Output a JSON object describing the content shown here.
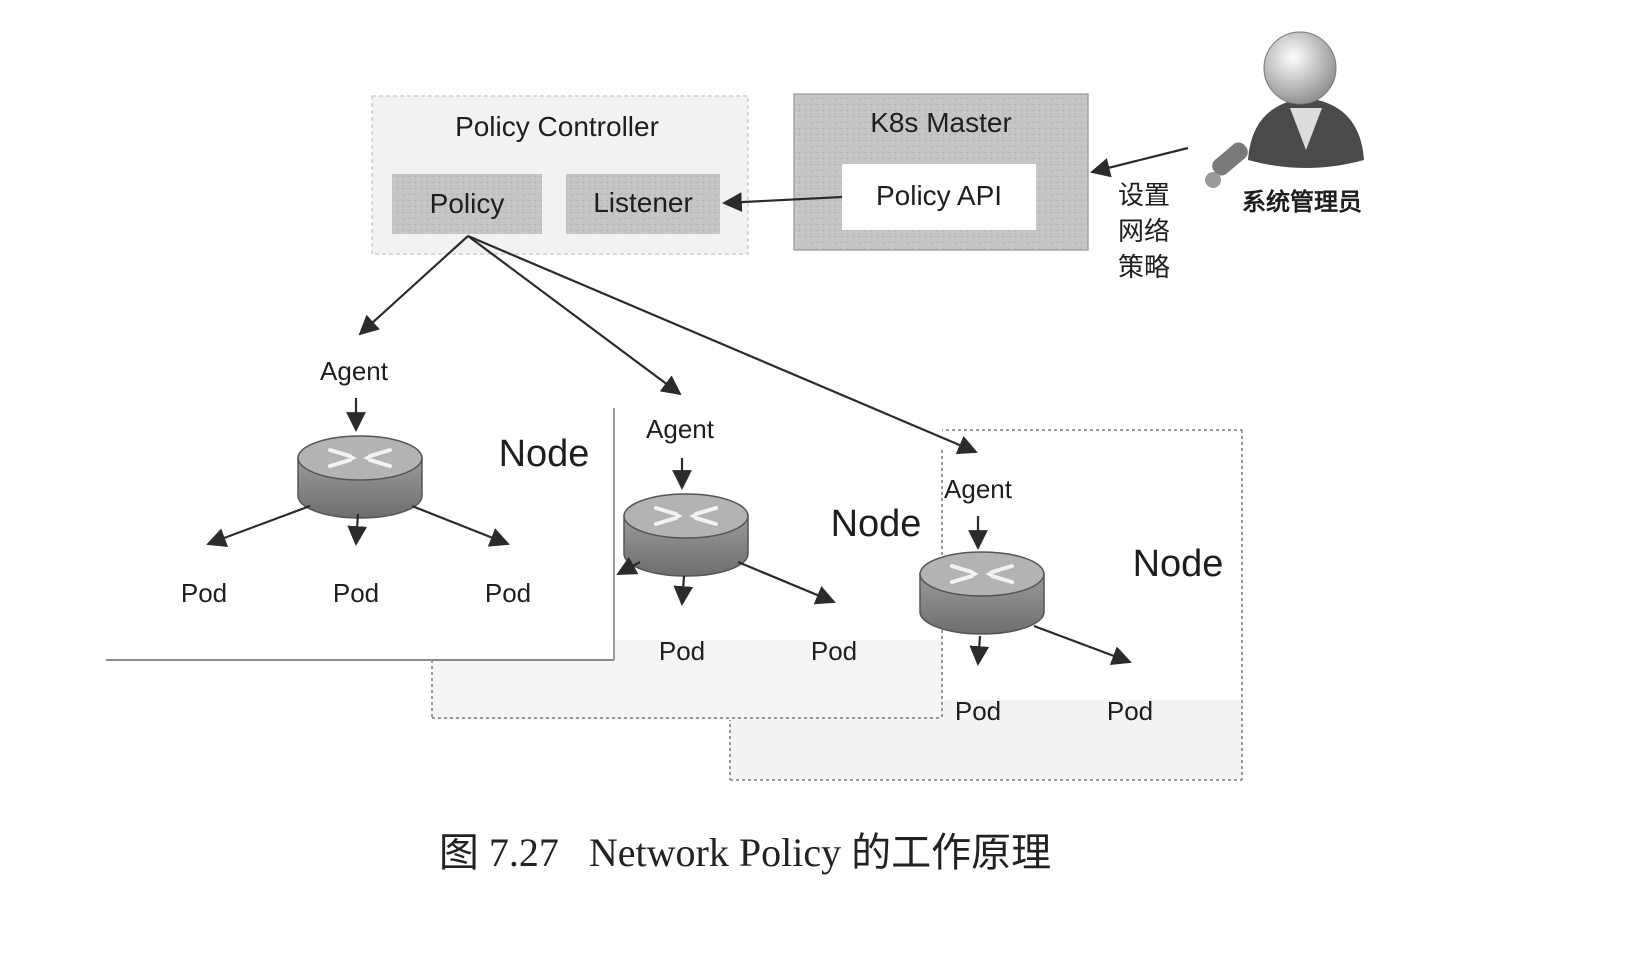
{
  "diagram": {
    "controller": {
      "title": "Policy Controller",
      "policy": "Policy",
      "listener": "Listener"
    },
    "master": {
      "title": "K8s Master",
      "api": "Policy API"
    },
    "admin": {
      "label": "系统管理员",
      "action_lines": [
        "设置",
        "网络",
        "策略"
      ]
    },
    "nodes": [
      {
        "label": "Node",
        "agent": "Agent",
        "pods": [
          "Pod",
          "Pod",
          "Pod"
        ]
      },
      {
        "label": "Node",
        "agent": "Agent",
        "pods": [
          "Pod",
          "Pod"
        ]
      },
      {
        "label": "Node",
        "agent": "Agent",
        "pods": [
          "Pod",
          "Pod"
        ]
      }
    ],
    "caption": "图 7.27   Network Policy 的工作原理",
    "colors": {
      "box_fill": "#bcbcbc",
      "router_body": "#8f8f8f",
      "line": "#2b2b2b"
    }
  }
}
